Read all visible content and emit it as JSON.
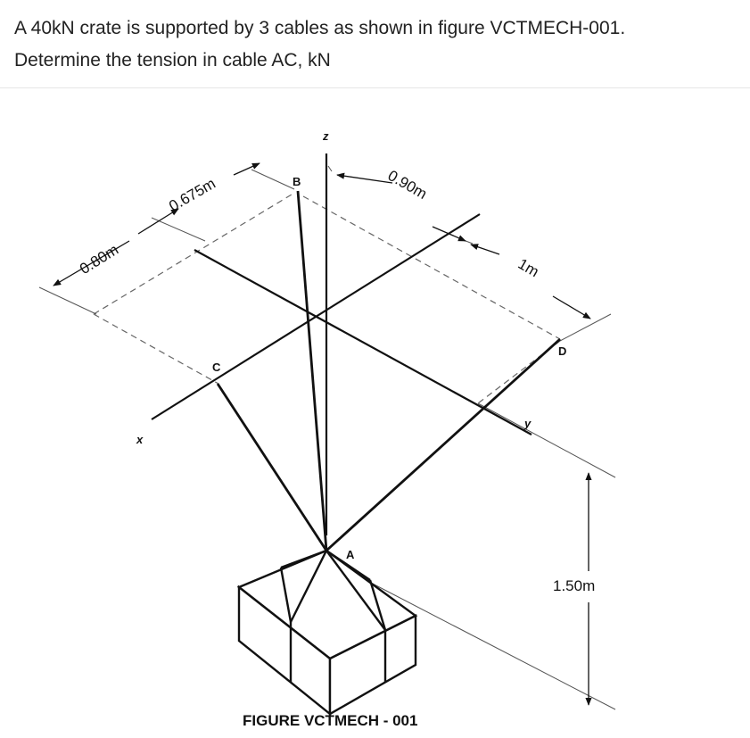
{
  "question": {
    "line1": "A 40kN crate is supported by 3 cables as shown in figure VCTMECH-001.",
    "line2": "Determine the tension in cable AC, kN"
  },
  "figure": {
    "caption": "FIGURE VCTMECH - 001",
    "dimensions": {
      "d_080": "0.80m",
      "d_0675": "0.675m",
      "d_090": "0.90m",
      "d_1m": "1m",
      "d_150": "1.50m"
    },
    "points": {
      "A": "A",
      "B": "B",
      "C": "C",
      "D": "D"
    },
    "axes": {
      "x": "x",
      "y": "y",
      "z": "z"
    }
  }
}
